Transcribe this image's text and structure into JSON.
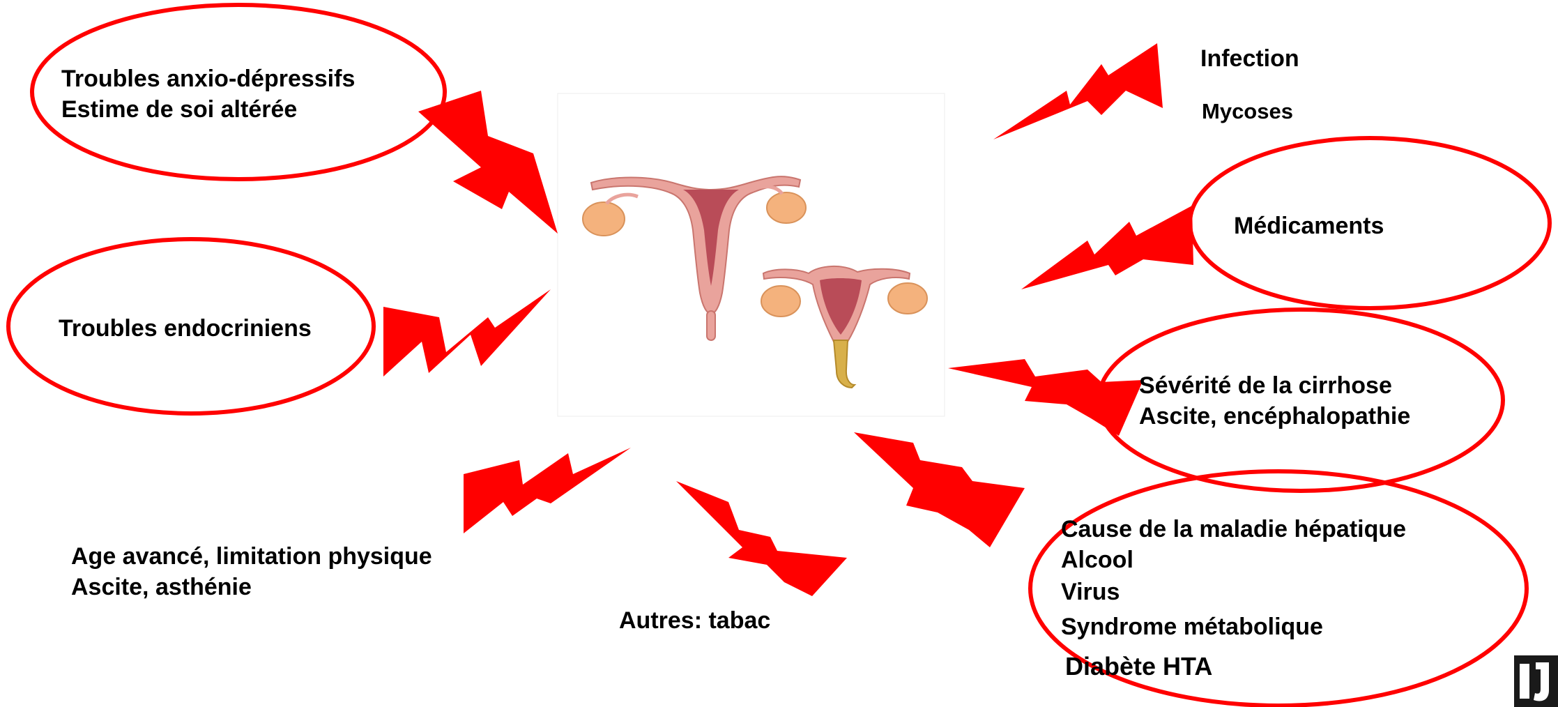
{
  "colors": {
    "accent": "#ff0000",
    "text": "#000000",
    "organ_pink": "#e9a39c",
    "organ_dark": "#b94c58",
    "ovary": "#f4b27d"
  },
  "factors": {
    "psych": [
      "Troubles anxio-dépressifs",
      "Estime de soi altérée"
    ],
    "endocrine": [
      "Troubles endocriniens"
    ],
    "age": [
      "Age avancé, limitation physique",
      "Ascite, asthénie"
    ],
    "other": [
      "Autres: tabac"
    ],
    "infection": [
      "Infection",
      "Mycoses"
    ],
    "drugs": [
      "Médicaments"
    ],
    "severity": [
      "Sévérité de la cirrhose",
      "Ascite, encéphalopathie"
    ],
    "cause": [
      "Cause de la maladie hépatique",
      "Alcool",
      "Virus",
      "Syndrome métabolique",
      "Diabète HTA"
    ]
  },
  "central_image": {
    "icon": "female-reproductive-organs-icon"
  },
  "logo": {
    "icon": "journal-logo-icon"
  }
}
